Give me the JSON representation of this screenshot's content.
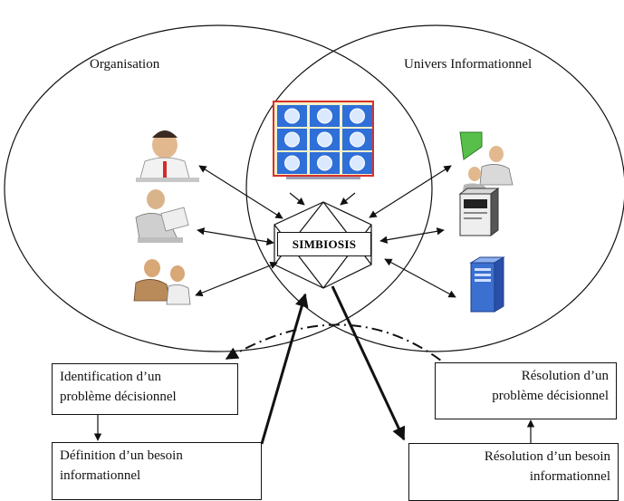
{
  "circles": {
    "left_label": "Organisation",
    "right_label": "Univers Informationnel"
  },
  "center": {
    "label": "SIMBIOSIS"
  },
  "boxes": {
    "identification": [
      "Identification d’un",
      "problème décisionnel"
    ],
    "definition": [
      "Définition d’un besoin",
      "informationnel"
    ],
    "resolution_probleme": [
      "Résolution d’un",
      "problème décisionnel"
    ],
    "resolution_besoin": [
      "Résolution d’un besoin",
      "informationnel"
    ]
  },
  "icons": {
    "left": [
      "person-at-desk-icon",
      "person-reading-icon",
      "meeting-people-icon"
    ],
    "right": [
      "presenter-board-icon",
      "server-box-icon",
      "server-tower-icon"
    ],
    "top": "clock-grid-screen-icon"
  },
  "colors": {
    "line": "#111111",
    "screen_border": "#d9302a",
    "screen_tile": "#2f6fd8",
    "server_blue": "#3b6fd0"
  }
}
